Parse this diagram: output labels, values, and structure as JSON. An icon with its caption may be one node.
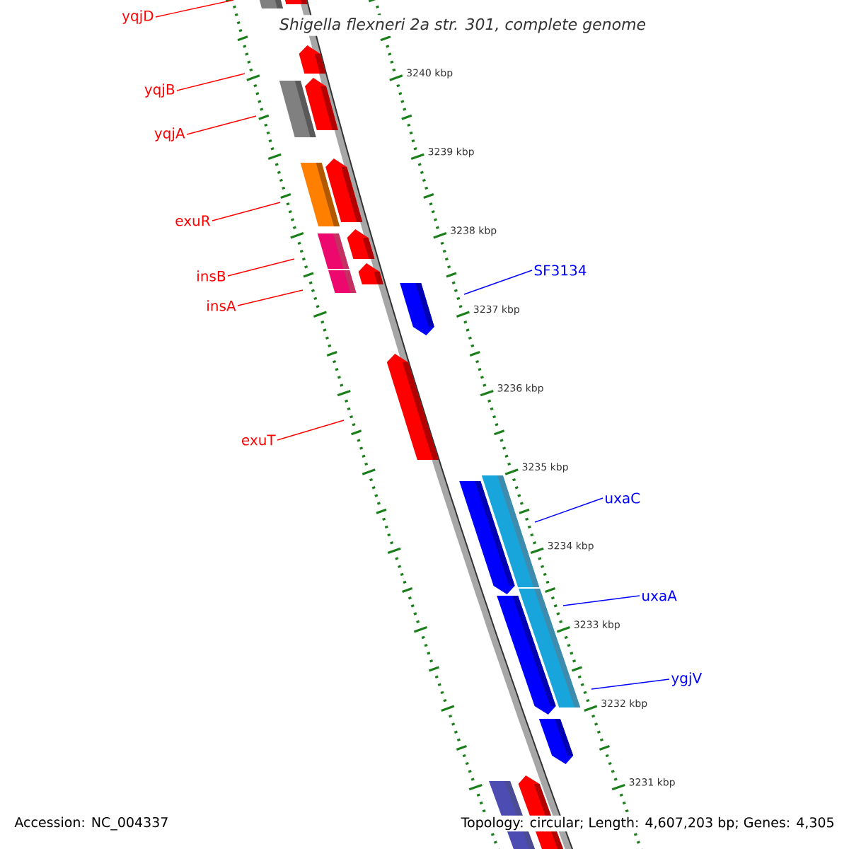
{
  "diagram": {
    "title": "Shigella flexneri 2a str. 301, complete genome",
    "nodes": [
      {
        "text": [
          "yqjD"
        ]
      },
      {
        "text": [
          "yqjB"
        ]
      },
      {
        "text": [
          "yqjA"
        ]
      },
      {
        "text": [
          "exuR"
        ]
      },
      {
        "text": [
          "insB"
        ]
      },
      {
        "text": [
          "insA"
        ]
      },
      {
        "text": [
          "exuT"
        ]
      },
      {
        "text": [
          "SF3134"
        ]
      },
      {
        "text": [
          "uxaC"
        ]
      },
      {
        "text": [
          "uxaA"
        ]
      },
      {
        "text": [
          "ygjV"
        ]
      }
    ],
    "edges": [
      {
        "from": 0,
        "to": null,
        "arrow": "none"
      },
      {
        "from": 1,
        "to": null,
        "arrow": "none"
      },
      {
        "from": 2,
        "to": null,
        "arrow": "none"
      },
      {
        "from": 3,
        "to": null,
        "arrow": "none"
      },
      {
        "from": 4,
        "to": null,
        "arrow": "none"
      },
      {
        "from": 5,
        "to": null,
        "arrow": "none"
      },
      {
        "from": 6,
        "to": null,
        "arrow": "none"
      },
      {
        "from": 7,
        "to": null,
        "arrow": "none",
        "color": "#0000ff"
      },
      {
        "from": 8,
        "to": null,
        "arrow": "none",
        "color": "#0000ff"
      },
      {
        "from": 9,
        "to": null,
        "arrow": "none",
        "color": "#0000ff"
      },
      {
        "from": 10,
        "to": null,
        "arrow": "none",
        "color": "#0000ff"
      }
    ],
    "labels": [
      "3240 kbp",
      "3239 kbp",
      "3238 kbp",
      "3237 kbp",
      "3236 kbp",
      "3235 kbp",
      "3234 kbp",
      "3233 kbp",
      "3232 kbp",
      "3231 kbp",
      "Accession: NC_004337",
      "Topology: circular; Length: 4,607,203 bp; Genes: 4,305"
    ]
  }
}
